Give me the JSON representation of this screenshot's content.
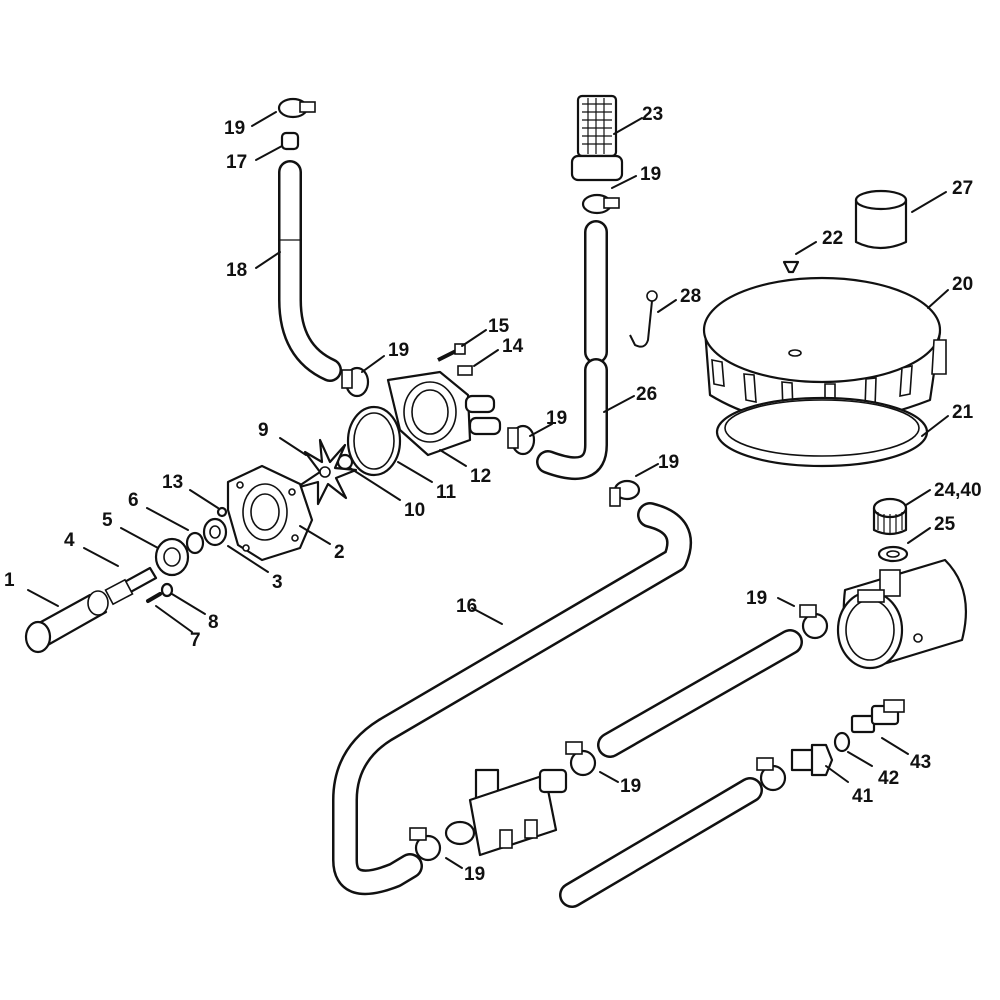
{
  "callouts": {
    "c1": "1",
    "c2": "2",
    "c3": "3",
    "c4": "4",
    "c5": "5",
    "c6": "6",
    "c7": "7",
    "c8": "8",
    "c9": "9",
    "c10": "10",
    "c11": "11",
    "c12": "12",
    "c13": "13",
    "c14": "14",
    "c15": "15",
    "c16": "16",
    "c17": "17",
    "c18": "18",
    "c19a": "19",
    "c19b": "19",
    "c19c": "19",
    "c19d": "19",
    "c19e": "19",
    "c19f": "19",
    "c19g": "19",
    "c19h": "19",
    "c20": "20",
    "c21": "21",
    "c22": "22",
    "c23": "23",
    "c2440": "24,40",
    "c25": "25",
    "c26": "26",
    "c27": "27",
    "c28": "28",
    "c41": "41",
    "c42": "42",
    "c43": "43"
  }
}
